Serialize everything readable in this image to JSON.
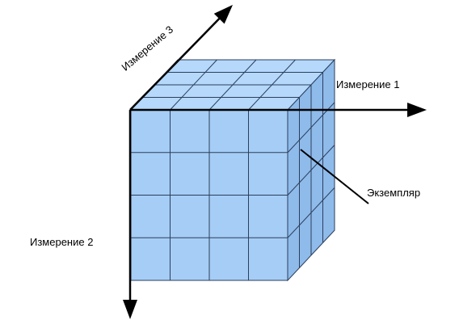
{
  "labels": {
    "dim1": "Измерение 1",
    "dim2": "Измерение 2",
    "dim3": "Измерение 3",
    "instance": "Экземпляр"
  },
  "cube": {
    "cells_per_edge": 4,
    "front_color": "#a6cdf6",
    "top_color": "#b5d8fb",
    "side_color": "#8fbbeb",
    "grid_color": "#2b3f5c"
  },
  "axes_color": "#000000"
}
